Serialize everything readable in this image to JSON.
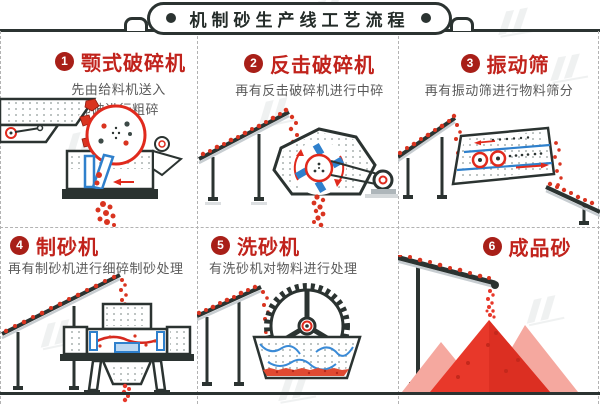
{
  "banner": {
    "title": "机制砂生产线工艺流程"
  },
  "panels": [
    {
      "number": "1",
      "title": "颚式破碎机",
      "desc_lines": [
        "先由给料机送入",
        "鄂破进行粗碎"
      ]
    },
    {
      "number": "2",
      "title": "反击破碎机",
      "desc_lines": [
        "再有反击破碎机进行中碎"
      ]
    },
    {
      "number": "3",
      "title": "振动筛",
      "desc_lines": [
        "再有振动筛进行物料筛分"
      ]
    },
    {
      "number": "4",
      "title": "制砂机",
      "desc_lines": [
        "再有制砂机进行细碎制砂处理"
      ]
    },
    {
      "number": "5",
      "title": "洗砂机",
      "desc_lines": [
        "有洗砂机对物料进行处理"
      ]
    },
    {
      "number": "6",
      "title": "成品砂",
      "desc_lines": []
    }
  ],
  "colors": {
    "accent_red": "#c1231c",
    "number_badge_red": "#a81f18",
    "outline_dark": "#2b3331",
    "machine_blue": "#2f80cc",
    "rock_red": "#d93420",
    "sand_pile_red": "#e8382a",
    "sand_pile_pink": "#f5a89f",
    "caption_gray": "#595959",
    "dashed_border_gray": "#b3b3b3"
  }
}
